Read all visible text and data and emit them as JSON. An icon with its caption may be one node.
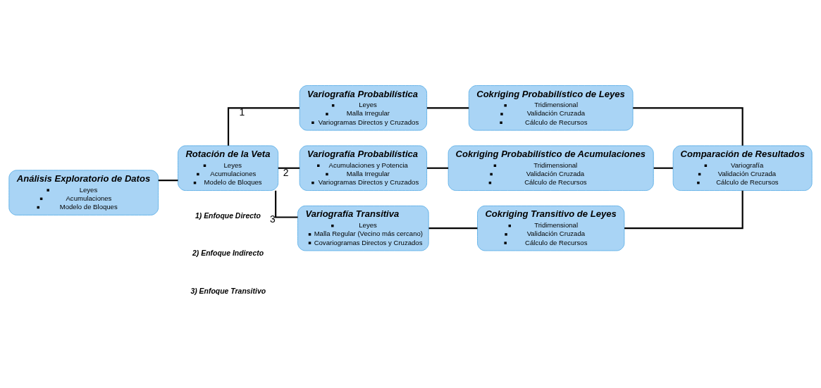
{
  "diagram": {
    "nodes": [
      {
        "text": [
          "Análisis Exploratorio de Datos",
          "Leyes",
          "Acumulaciones",
          "Modelo de Bloques"
        ]
      },
      {
        "text": [
          "Rotación de la Veta",
          "Leyes",
          "Acumulaciones",
          "Modelo de Bloques"
        ]
      },
      {
        "text": [
          "Variografía Probabilística",
          "Leyes",
          "Malla Irregular",
          "Variogramas Directos y Cruzados"
        ]
      },
      {
        "text": [
          "Cokriging Probabilístico de Leyes",
          "Tridimensional",
          "Validación Cruzada",
          "Cálculo de Recursos"
        ]
      },
      {
        "text": [
          "Variografía Probabilística",
          "Acumulaciones y Potencia",
          "Malla Irregular",
          "Variogramas Directos y Cruzados"
        ]
      },
      {
        "text": [
          "Cokriging Probabilístico de Acumulaciones",
          "Tridimensional",
          "Validación Cruzada",
          "Cálculo de Recursos"
        ]
      },
      {
        "text": [
          "Comparación de Resultados",
          "Variografía",
          "Validación Cruzada",
          "Cálculo de Recursos"
        ]
      },
      {
        "text": [
          "Variografía Transitiva",
          "Leyes",
          "Malla Regular (Vecino más cercano)",
          "Covariogramas Directos y Cruzados"
        ]
      },
      {
        "text": [
          "Cokriging Transitivo de Leyes",
          "Tridimensional",
          "Validación Cruzada",
          "Cálculo de Recursos"
        ]
      }
    ],
    "edges": [
      {
        "from": 0,
        "to": 1,
        "arrow": "none"
      },
      {
        "from": 1,
        "to": 2,
        "arrow": "none",
        "label": "1"
      },
      {
        "from": 2,
        "to": 3,
        "arrow": "none"
      },
      {
        "from": 3,
        "to": 6,
        "arrow": "none"
      },
      {
        "from": 1,
        "to": 4,
        "arrow": "none",
        "label": "2"
      },
      {
        "from": 4,
        "to": 5,
        "arrow": "none"
      },
      {
        "from": 5,
        "to": 6,
        "arrow": "none"
      },
      {
        "from": 1,
        "to": 7,
        "arrow": "none",
        "label": "3"
      },
      {
        "from": 7,
        "to": 8,
        "arrow": "none"
      },
      {
        "from": 8,
        "to": 6,
        "arrow": "none"
      }
    ],
    "labels": [
      "1) Enfoque Directo",
      "2) Enfoque Indirecto",
      "3) Enfoque Transitivo"
    ]
  }
}
